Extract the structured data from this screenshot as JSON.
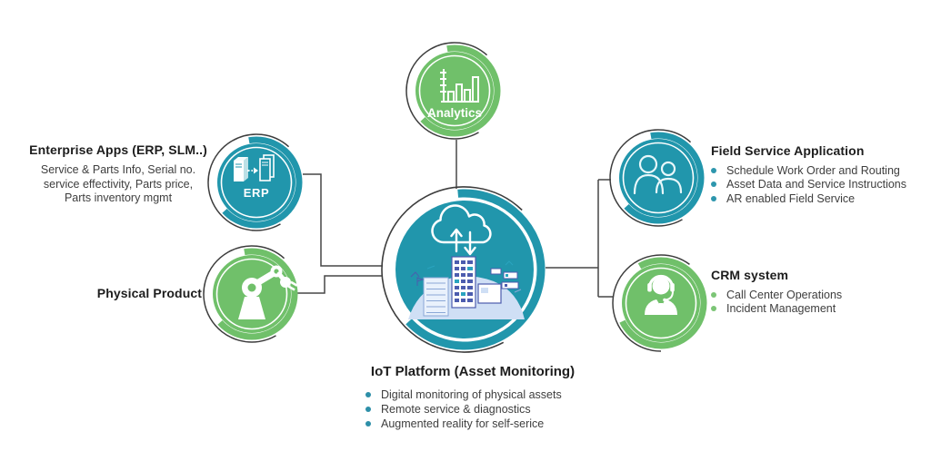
{
  "nodes": {
    "analytics": {
      "label": "Analytics"
    },
    "enterprise": {
      "title": "Enterprise Apps (ERP, SLM..)",
      "desc_line1": "Service & Parts Info, Serial no.",
      "desc_line2": "service effectivity, Parts price,",
      "desc_line3": "Parts inventory mgmt",
      "badge": "ERP"
    },
    "physical": {
      "title": "Physical Product"
    },
    "field_service": {
      "title": "Field Service Application",
      "bullets": [
        "Schedule Work Order and Routing",
        "Asset Data and Service Instructions",
        "AR enabled Field Service"
      ]
    },
    "crm": {
      "title": "CRM system",
      "bullets": [
        "Call Center Operations",
        "Incident Management"
      ]
    },
    "iot": {
      "title": "IoT Platform (Asset Monitoring)",
      "bullets": [
        "Digital monitoring of physical assets",
        "Remote service & diagnostics",
        "Augmented reality for self-serice"
      ]
    }
  },
  "icons": {
    "analytics": "bar-chart-icon",
    "enterprise": "erp-servers-icon",
    "physical": "robot-arm-plug-icon",
    "field_service": "two-people-icon",
    "crm": "support-agent-headset-icon",
    "center": "cloud-sync-servers-icon"
  },
  "colors": {
    "teal": "#2196ac",
    "green": "#70c06a",
    "ring_dark": "#3d3d3d",
    "connector": "#474747",
    "bullet_teal": "#2d96ad",
    "bullet_green": "#7cc576",
    "illustration_light_blue": "#cfdff5",
    "illustration_line_blue": "#4c5cae"
  }
}
